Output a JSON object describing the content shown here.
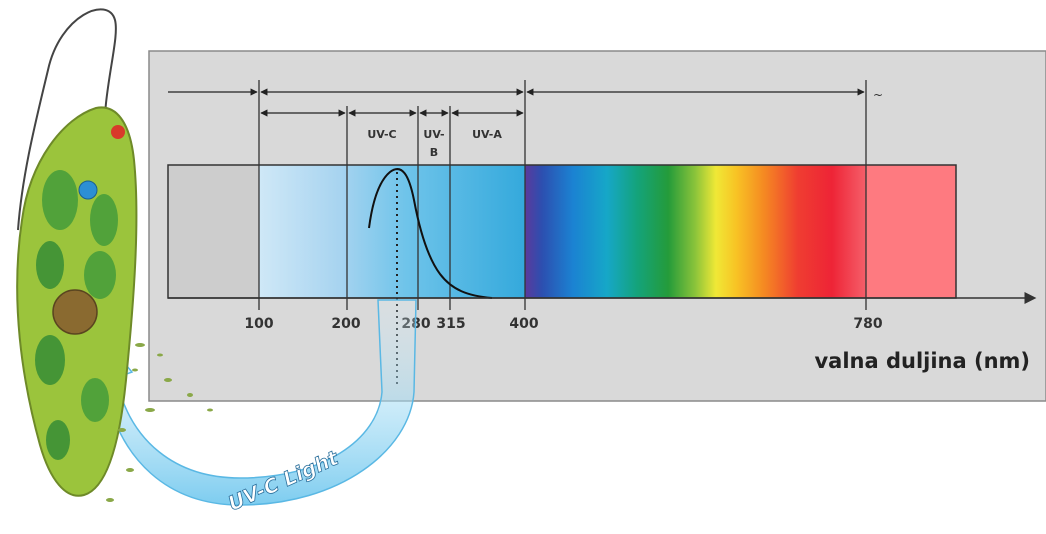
{
  "diagram": {
    "bands": [
      "UV-C",
      "UV-B",
      "UV-A"
    ],
    "band_b_lines": [
      "UV-",
      "B"
    ],
    "ticks": [
      "100",
      "200",
      "280",
      "315",
      "400",
      "780"
    ],
    "axis_label": "valna duljina (nm)",
    "arrow_label": "UV-C Light",
    "colors": {
      "panel": "#d9d9d9",
      "infrared": "#fe7a80",
      "violet": "#6a3fa0",
      "arrow": "#4fb0e3",
      "organism": "#9bc43c"
    }
  }
}
